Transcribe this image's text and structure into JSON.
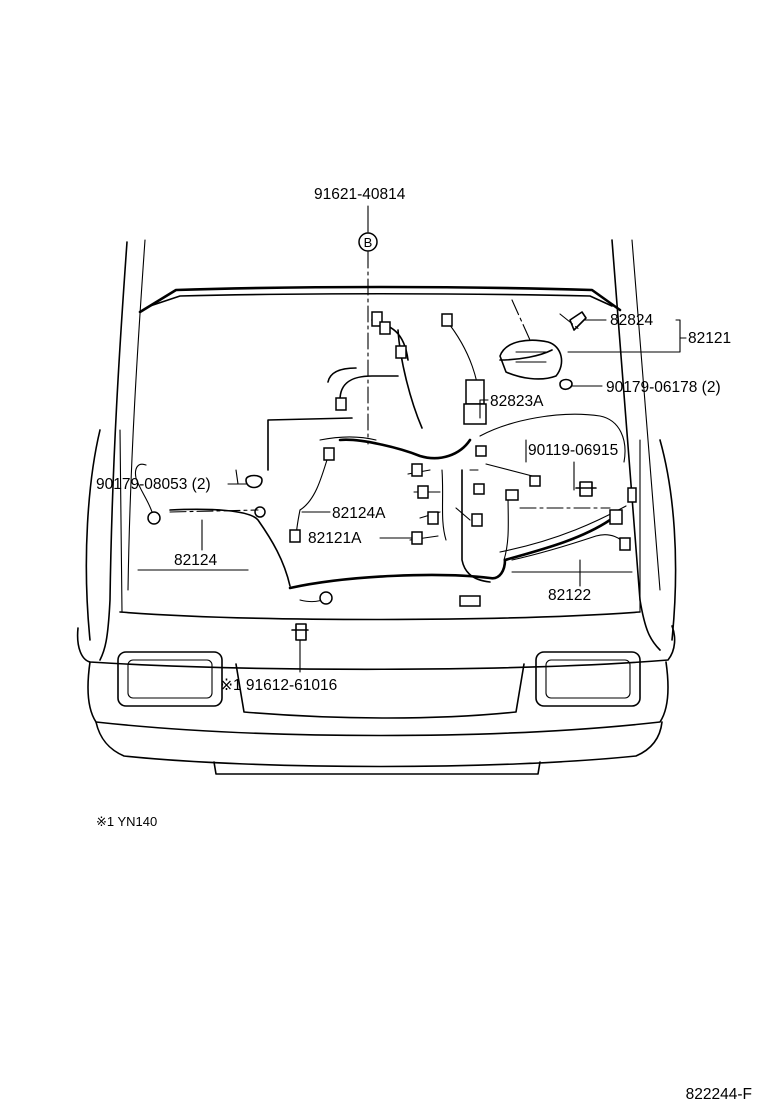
{
  "diagram_code": "822244-F",
  "footnote": "※1 YN140",
  "circle_marker": "B",
  "parts": {
    "p91621_40814": "91621-40814",
    "p82824": "82824",
    "p82121": "82121",
    "p90179_06178": "90179-06178 (2)",
    "p82823A": "82823A",
    "p90119_06915": "90119-06915",
    "p90179_08053": "90179-08053 (2)",
    "p82124A": "82124A",
    "p82121A": "82121A",
    "p82124": "82124",
    "p82122": "82122",
    "p91612_61016": "※1 91612-61016"
  }
}
